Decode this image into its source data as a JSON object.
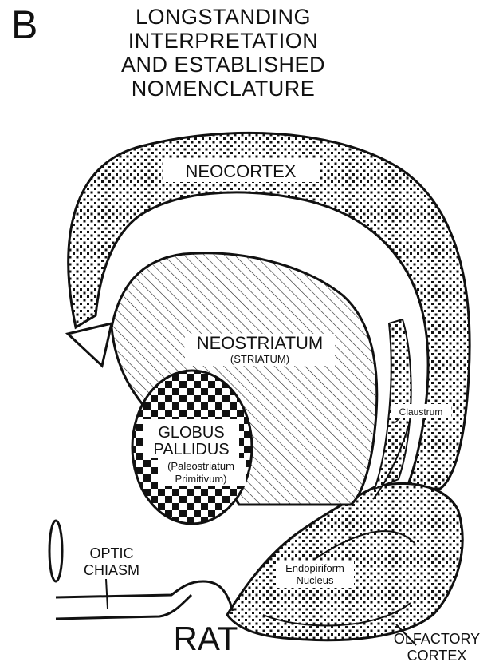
{
  "panel_letter": "B",
  "title_lines": [
    "LONGSTANDING",
    "INTERPRETATION",
    "AND ESTABLISHED",
    "NOMENCLATURE"
  ],
  "labels": {
    "neocortex": "NEOCORTEX",
    "neostriatum": "NEOSTRIATUM",
    "striatum": "(STRIATUM)",
    "globus_pallidus_1": "GLOBUS",
    "globus_pallidus_2": "PALLIDUS",
    "paleostriatum_1": "(Paleostriatum",
    "paleostriatum_2": "Primitivum)",
    "claustrum": "Claustrum",
    "endopiriform_1": "Endopiriform",
    "endopiriform_2": "Nucleus",
    "optic_chiasm_1": "OPTIC",
    "optic_chiasm_2": "CHIASM",
    "olfactory_cortex_1": "OLFACTORY",
    "olfactory_cortex_2": "CORTEX",
    "species": "RAT"
  }
}
